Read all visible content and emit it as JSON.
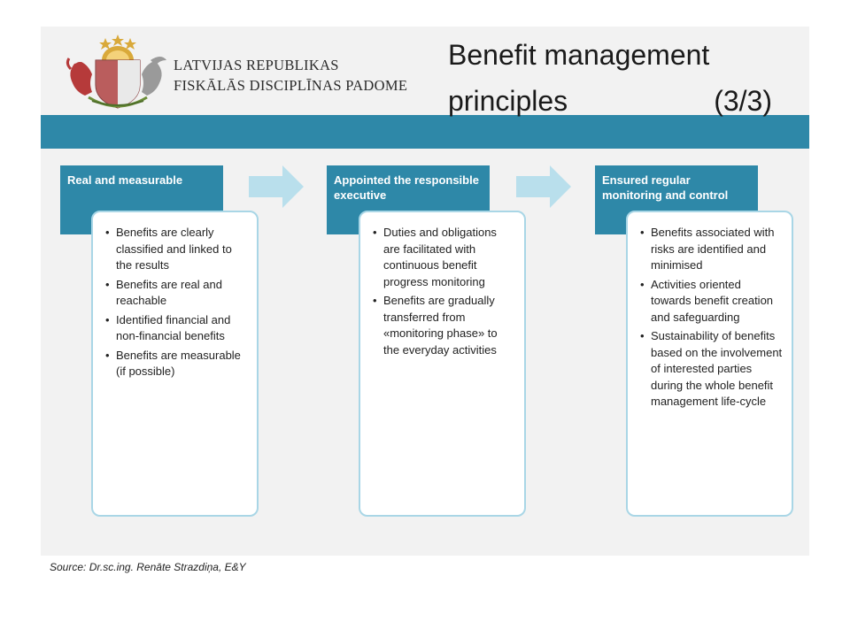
{
  "header": {
    "org_line1": "LATVIJAS REPUBLIKAS",
    "org_line2": "FISKĀLĀS DISCIPLĪNAS PADOME",
    "title_line1": "Benefit management",
    "title_line2": "principles",
    "title_number": "(3/3)"
  },
  "steps": [
    {
      "heading": "Real and measurable",
      "bullets": [
        "Benefits are clearly classified and linked to the results",
        "Benefits are real and reachable",
        "Identified financial and non-financial benefits",
        "Benefits are measurable (if possible)"
      ]
    },
    {
      "heading": "Appointed the responsible executive",
      "bullets": [
        "Duties and obligations are facilitated with continuous benefit progress monitoring",
        "Benefits are gradually transferred from «monitoring phase» to the everyday activities"
      ]
    },
    {
      "heading": "Ensured regular monitoring and control",
      "bullets": [
        "Benefits associated with risks are identified and minimised",
        "Activities oriented towards benefit creation and safeguarding",
        "Sustainability of benefits based on the involvement of interested parties during the whole benefit management life-cycle"
      ]
    }
  ],
  "footer": {
    "source": "Source: Dr.sc.ing. Renāte Strazdiņa, E&Y"
  },
  "colors": {
    "band": "#2e88a8",
    "card_border": "#a9d6e6",
    "arrow": "#b9dfec",
    "slide_bg": "#f2f2f2"
  }
}
